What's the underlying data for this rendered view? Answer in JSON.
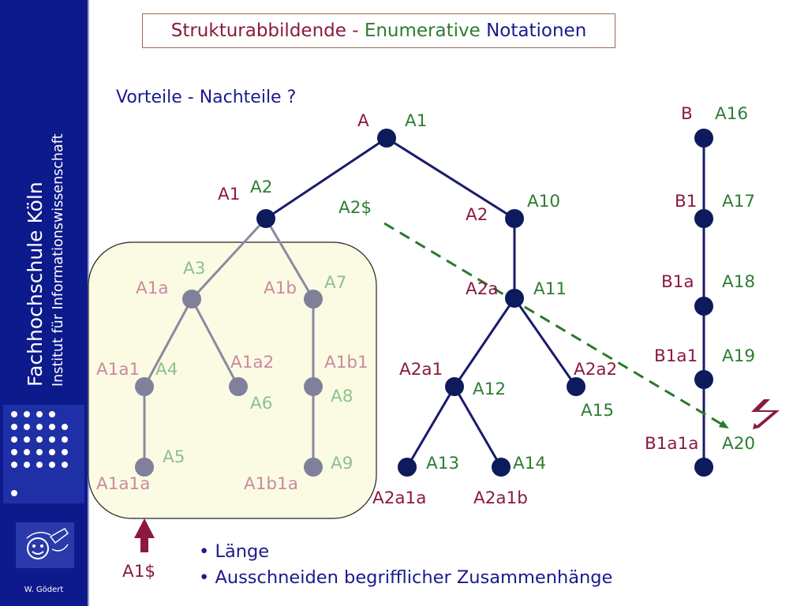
{
  "sidebar": {
    "institution": "Fachhochschule Köln",
    "institute": "Institut für Informationswissenschaft",
    "author": "W. Gödert"
  },
  "slide": {
    "title_part1": "Strukturabbildende - ",
    "title_part2": "Enumerative ",
    "title_part3": "Notationen",
    "question": "Vorteile - Nachteile ?",
    "bullets": [
      "Länge",
      "Ausschneiden begrifflicher Zusammenhänge"
    ]
  },
  "colors": {
    "sidebar": "#0d1a8c",
    "title_part1": "#8b1a3c",
    "title_part2": "#2e7d32",
    "title_part3": "#1a1a8c",
    "node": "#0d1a5c",
    "edge": "#1a1a6e",
    "symbolic_label": "#8b1a3c",
    "notation_label": "#2e7d32",
    "faded_node": "#80809a",
    "faded_edge": "#8a8aa0",
    "faded_symbolic": "#c98aa0",
    "faded_notation": "#8fc08f",
    "highlight_fill": "#fbfbe3",
    "dashed_arrow": "#2a7a2a",
    "lightning": "#8b1a3c"
  },
  "tree": {
    "nodes": [
      {
        "symbol": "A",
        "notation": "A1"
      },
      {
        "symbol": "A1",
        "notation": "A2"
      },
      {
        "symbol": "A1a",
        "notation": "A3",
        "faded": true
      },
      {
        "symbol": "A1b",
        "notation": "A7",
        "faded": true
      },
      {
        "symbol": "A1a1",
        "notation": "A4",
        "faded": true
      },
      {
        "symbol": "A1a2",
        "notation": "A6",
        "faded": true
      },
      {
        "symbol": "A1b1",
        "notation": "A8",
        "faded": true
      },
      {
        "symbol": "A1a1a",
        "notation": "A5",
        "faded": true
      },
      {
        "symbol": "A1b1a",
        "notation": "A9",
        "faded": true
      },
      {
        "symbol": "A2",
        "notation": "A10"
      },
      {
        "symbol": "A2a",
        "notation": "A11"
      },
      {
        "symbol": "A2a1",
        "notation": "A12"
      },
      {
        "symbol": "A2a2",
        "notation": "A15"
      },
      {
        "symbol": "A2a1a",
        "notation": "A13"
      },
      {
        "symbol": "A2a1b",
        "notation": "A14"
      },
      {
        "symbol": "B",
        "notation": "A16"
      },
      {
        "symbol": "B1",
        "notation": "A17"
      },
      {
        "symbol": "B1a",
        "notation": "A18"
      },
      {
        "symbol": "B1a1",
        "notation": "A19"
      },
      {
        "symbol": "B1a1a",
        "notation": "A20"
      }
    ],
    "truncation_label": "A2$",
    "cut_label": "A1$",
    "contradiction_icon": "lightning-icon"
  }
}
